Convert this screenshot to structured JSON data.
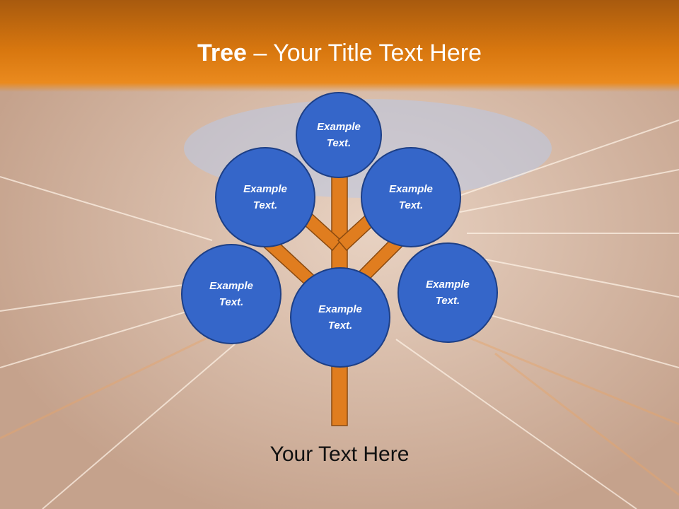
{
  "slide": {
    "title_bold": "Tree",
    "title_rest": " – Your Title Text Here",
    "caption": "Your Text Here"
  },
  "nodes": [
    {
      "id": "top",
      "label": "Example\nText."
    },
    {
      "id": "upper-left",
      "label": "Example\nText."
    },
    {
      "id": "upper-right",
      "label": "Example\nText."
    },
    {
      "id": "lower-left",
      "label": "Example\nText."
    },
    {
      "id": "center",
      "label": "Example\nText."
    },
    {
      "id": "lower-right",
      "label": "Example\nText."
    }
  ],
  "colors": {
    "title_bar": "#d8770f",
    "branch": "#e07d1f",
    "circle_fill": "#3566c9",
    "circle_border": "#1d3f86"
  }
}
